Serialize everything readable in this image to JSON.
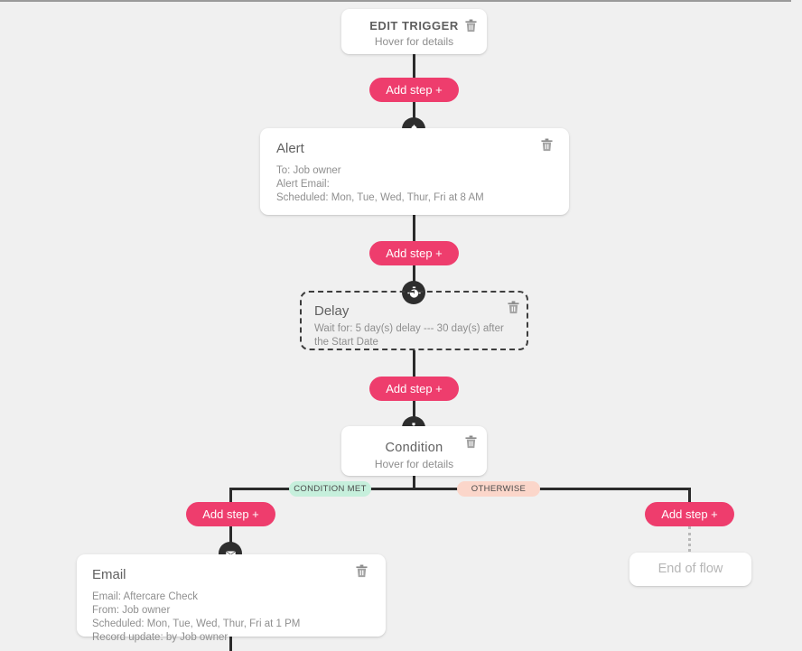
{
  "canvas": {
    "background_color": "#f0f0f0",
    "accent_color": "#ee3d6d",
    "condition_met_color": "#c6efdc",
    "otherwise_color": "#fbd6ca"
  },
  "nodes": {
    "trigger": {
      "title": "EDIT TRIGGER",
      "subtitle": "Hover for details",
      "delete_label": "trash"
    },
    "alert": {
      "title": "Alert",
      "icon": "bell-icon",
      "lines": [
        "To: Job owner",
        "Alert Email:",
        "Scheduled: Mon, Tue, Wed, Thur, Fri at 8 AM"
      ]
    },
    "delay": {
      "title": "Delay",
      "icon": "stopwatch-icon",
      "lines": [
        "Wait for: 5 day(s) delay --- 30 day(s) after the Start Date"
      ]
    },
    "condition": {
      "title": "Condition",
      "subtitle": "Hover for details",
      "icon": "sitemap-icon"
    },
    "email": {
      "title": "Email",
      "icon": "envelope-icon",
      "lines": [
        "Email: Aftercare Check",
        "From: Job owner",
        "Scheduled: Mon, Tue, Wed, Thur, Fri at 1 PM",
        "Record update: by Job owner"
      ]
    },
    "end_of_flow": {
      "label": "End of flow"
    }
  },
  "branches": {
    "condition_met_label": "CONDITION MET",
    "otherwise_label": "OTHERWISE"
  },
  "buttons": {
    "add_step_label": "Add step +"
  }
}
